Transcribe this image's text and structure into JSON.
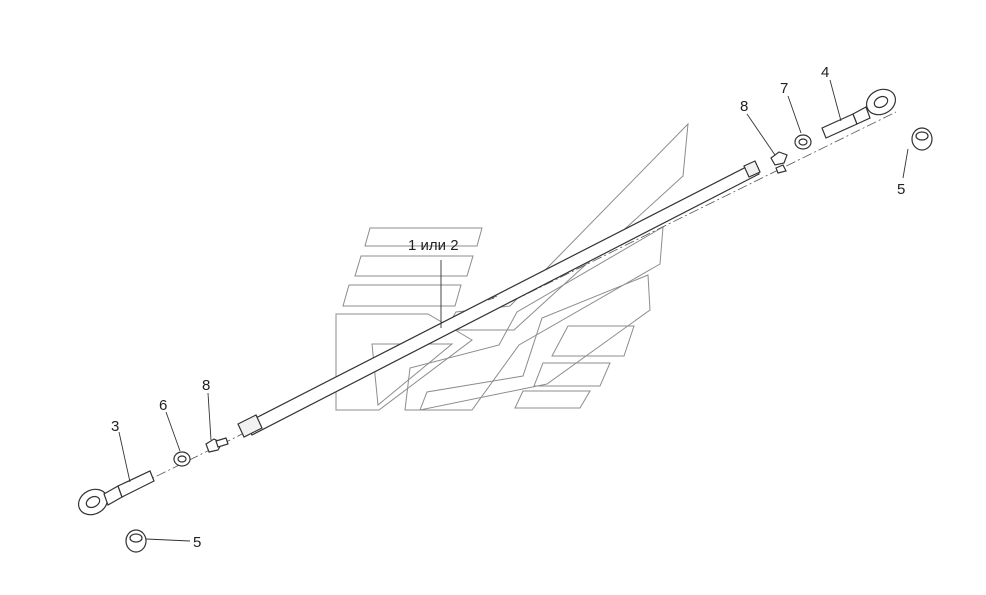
{
  "diagram": {
    "labels": {
      "rod": "1 или 2",
      "end_left": "3",
      "end_right": "4",
      "joint_right": "5",
      "joint_left": "5",
      "nut_left": "6",
      "nut_right": "7",
      "clamp_left": "8",
      "clamp_right": "8"
    }
  }
}
